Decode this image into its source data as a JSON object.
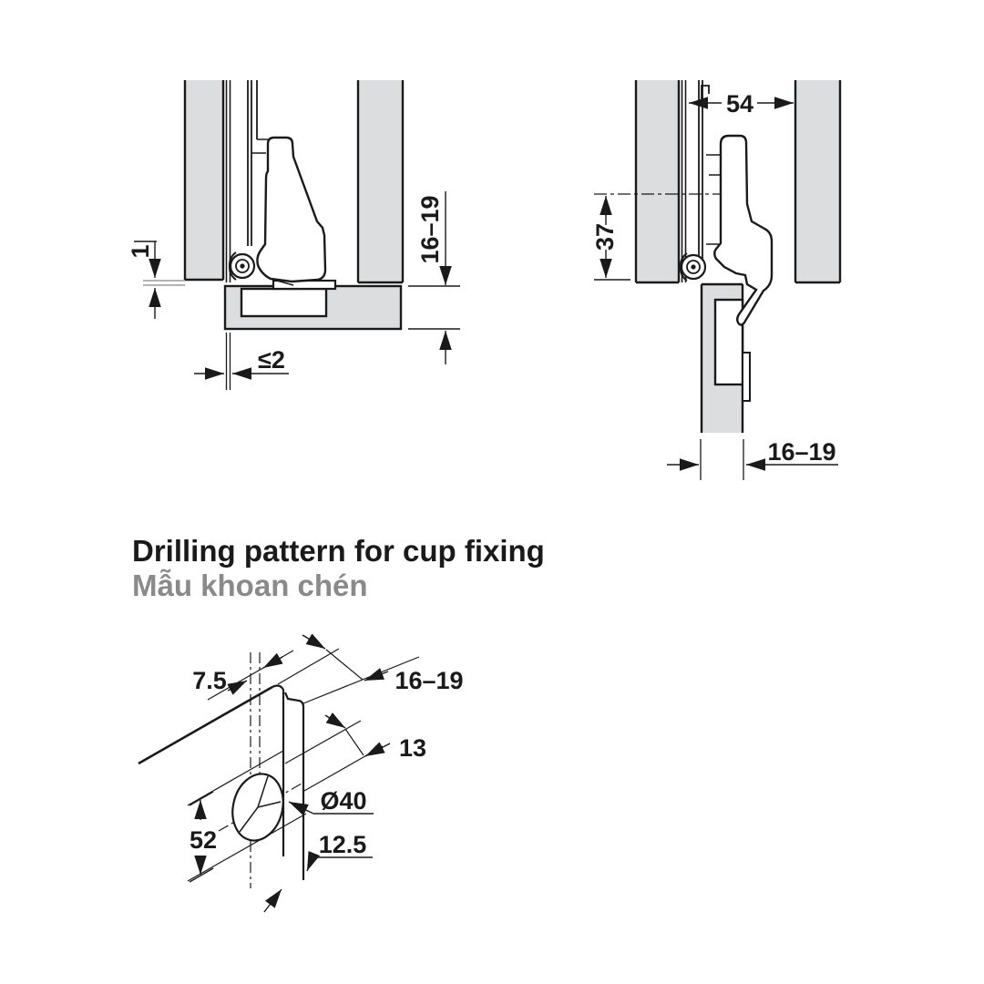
{
  "colors": {
    "panel_fill": "#dcddde",
    "line": "#1a1a1a",
    "muted_line": "#9a9a9a",
    "subtitle_text": "#8a8a8c"
  },
  "heading": {
    "title": "Drilling pattern for cup fixing",
    "subtitle": "Mẫu khoan chén"
  },
  "overlay_section": {
    "dim_door_overlay": "1",
    "dim_panel_thickness": "16–19",
    "dim_gap": "≤2"
  },
  "inset_section": {
    "dim_mounting_depth": "54",
    "dim_cup_distance": "37",
    "dim_panel_thickness": "16–19"
  },
  "drilling_pattern": {
    "dim_edge_distance": "7.5",
    "dim_door_thickness": "16–19",
    "dim_rim_distance": "13",
    "dim_cup_diameter": "Ø40",
    "dim_center_distance": "12.5",
    "dim_screw_spacing": "52"
  }
}
